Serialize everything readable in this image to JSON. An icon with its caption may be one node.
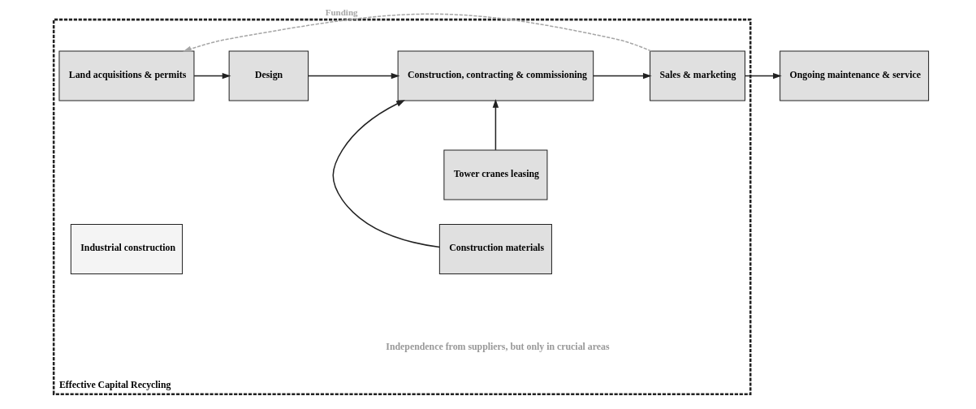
{
  "diagram": {
    "nodes": [
      {
        "text": [
          "Effective Capital Recycling"
        ]
      },
      {
        "text": [
          "Land acquisitions & permits"
        ],
        "in": 0
      },
      {
        "text": [
          "Design"
        ],
        "in": 0
      },
      {
        "text": [
          "Construction materials"
        ],
        "in": 0
      },
      {
        "text": [
          "Construction, contracting & commissioning"
        ],
        "in": 0
      },
      {
        "text": [
          "Industrial construction"
        ],
        "in": 0
      },
      {
        "text": [
          "Tower cranes leasing"
        ],
        "in": 0
      },
      {
        "text": [
          "Sales & marketing"
        ],
        "in": 0
      },
      {
        "text": [
          "Ongoing maintenance & service"
        ]
      }
    ],
    "edges": [
      {
        "from": 1,
        "to": 2,
        "arrow": "to"
      },
      {
        "from": 2,
        "to": 4,
        "arrow": "to"
      },
      {
        "from": 3,
        "to": 4,
        "arrow": "to"
      },
      {
        "from": 6,
        "to": 4,
        "arrow": "to"
      },
      {
        "from": 4,
        "to": 7,
        "arrow": "to"
      },
      {
        "from": 7,
        "to": 8,
        "arrow": "to"
      },
      {
        "from": 7,
        "to": 1,
        "arrow": "to",
        "label": "Funding",
        "style": "dashed",
        "color": "#a6a6a6"
      }
    ],
    "labels": [
      "Independence from suppliers, but only in crucial areas"
    ]
  }
}
